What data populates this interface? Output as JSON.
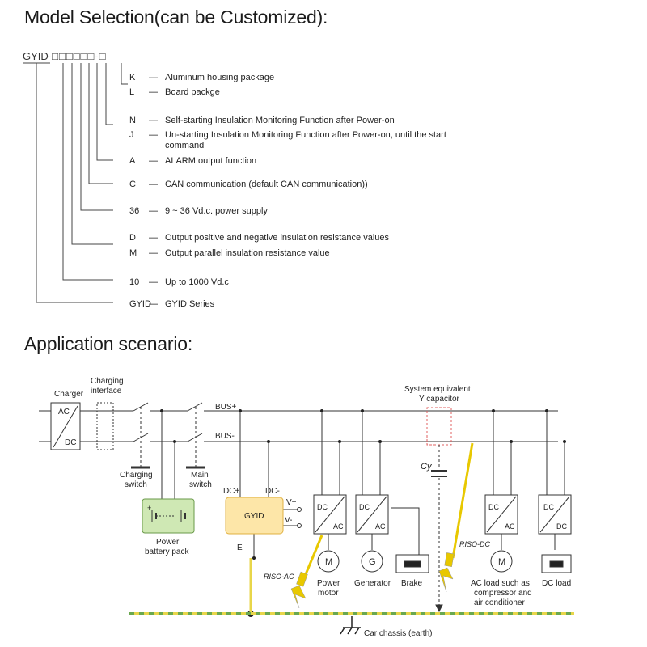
{
  "headings": {
    "model_selection": "Model Selection(can be Customized):",
    "application": "Application scenario:"
  },
  "model_code": {
    "prefix": "GYID-",
    "boxes": "□□□□□□-□"
  },
  "options": [
    {
      "code": "K",
      "desc": "Aluminum housing package"
    },
    {
      "code": "L",
      "desc": "Board packge"
    },
    {
      "code": "N",
      "desc": "Self-starting Insulation Monitoring Function after Power-on"
    },
    {
      "code": "J",
      "desc": "Un-starting Insulation Monitoring Function after Power-on, until the start"
    },
    {
      "code": "",
      "desc": "command"
    },
    {
      "code": "A",
      "desc": "ALARM output function"
    },
    {
      "code": "C",
      "desc": "CAN communication (default CAN communication))"
    },
    {
      "code": "36",
      "desc": "9 ~ 36 Vd.c. power supply"
    },
    {
      "code": "D",
      "desc": "Output positive and negative insulation resistance values"
    },
    {
      "code": "M",
      "desc": "Output parallel insulation resistance  value"
    },
    {
      "code": "10",
      "desc": "Up to 1000 Vd.c"
    },
    {
      "code": "GYID",
      "desc": "GYID Series"
    }
  ],
  "dash": "—",
  "diagram": {
    "charger": "Charger",
    "charging_interface_1": "Charging",
    "charging_interface_2": "interface",
    "ac": "AC",
    "dc": "DC",
    "bus_plus": "BUS+",
    "bus_minus": "BUS-",
    "charging_switch_1": "Charging",
    "charging_switch_2": "switch",
    "main_switch_1": "Main",
    "main_switch_2": "switch",
    "dc_plus": "DC+",
    "dc_minus": "DC-",
    "v_plus": "V+",
    "v_minus": "V-",
    "gyid": "GYID",
    "e": "E",
    "power_battery_1": "Power",
    "power_battery_2": "battery pack",
    "y_cap_1": "System equivalent",
    "y_cap_2": "Y capacitor",
    "cy": "Cy",
    "riso_ac": "RISO-AC",
    "riso_dc": "RISO-DC",
    "motor_symbol": "M",
    "generator_symbol": "G",
    "power_motor_1": "Power",
    "power_motor_2": "motor",
    "generator": "Generator",
    "brake": "Brake",
    "ac_load_1": "AC load such as",
    "ac_load_2": "compressor and",
    "ac_load_3": "air conditioner",
    "dc_load": "DC load",
    "car_chassis": "Car chassis (earth)"
  },
  "colors": {
    "battery_fill": "#cfe8b4",
    "gyid_fill": "#fde6a8",
    "ground_yellow": "#e8d64a",
    "ground_green": "#6aa84f",
    "y_cap_dash": "#e06060"
  }
}
